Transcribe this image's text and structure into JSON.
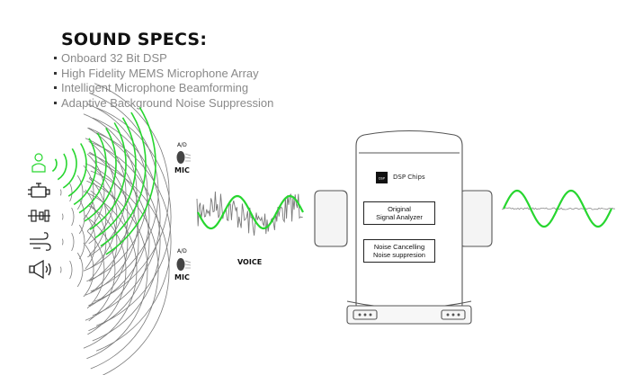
{
  "title": "SOUND SPECS:",
  "specs": [
    "Onboard 32 Bit DSP",
    "High Fidelity MEMS Microphone Array",
    "Intelligent Microphone Beamforming",
    "Adaptive Background Noise Suppression"
  ],
  "mic_top": {
    "ad": "A/D",
    "label": "MIC"
  },
  "mic_bottom": {
    "ad": "A/D",
    "label": "MIC"
  },
  "voice_label": "VOICE",
  "device": {
    "chip_label": "DSP Chips",
    "chip_icon_text": "DSP",
    "box1": [
      "Original",
      "Signal Analyzer"
    ],
    "box2": [
      "Noise Cancelling",
      "Noise suppresion"
    ]
  },
  "colors": {
    "voice_green": "#27d62f",
    "noise_gray": "#7a7a7a"
  },
  "sources": [
    "person-icon",
    "engine-icon",
    "gearbox-icon",
    "wind-icon",
    "megaphone-icon"
  ]
}
